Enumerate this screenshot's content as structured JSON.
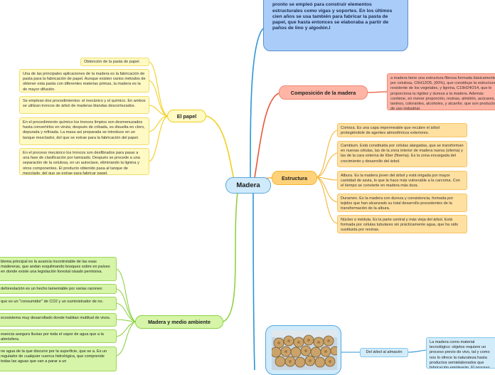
{
  "center": {
    "label": "Madera"
  },
  "top_note": {
    "text": "Debido su buena resistencia mecánica la madera pronto se empleó para construir elementos estructurales como vigas y soportes. En los últimos cien años se usa también para fabricar la pasta de papel, que hasta entonces se elaboraba a partir de paños de lino y algodón.l"
  },
  "papel": {
    "label": "El papel",
    "items": [
      "Obtención de la pasta de papel.",
      "Una de las principales aplicaciones de la madera es la fabricación de pasta para la fabricación de papel. Aunque existen varios métodos de obtener esta pasta con diferentes materias primas, la madera es la de mayor difusión.",
      "Se emplean dos procedimientos: el mecánico y el químico. En ambos se utilizan troncos de árbol de maderas blandas descortezados.",
      "En el procedimiento químico los troncos limpios son desmenuzados hasta convertirlos en viruta; después de cribada, es disuelta en cloro, depurada y refinada. La masa así preparada se introduce en un tanque mezclador, del que se extrae para la fabricación del papel.",
      "En el proceso mecánico los troncos son desfibrados para pasar a una fase de clasificación por tamizado. Después se procede a una separación de la celulosa, en un autoclave, eliminando la lignina y otros componentes. El producto obtenido pasa al tanque de mezclado, del que se extrae para fabricar papel."
    ]
  },
  "composicion": {
    "label": "Composición de la madera",
    "text": "a madera tiene una estructura fibrosa formada básicamente por celulosa, C6H12O5, (60%), que constituye la estructura resistente de los vegetales, y lignina, C19H24O14, que le proporciona la rigidez y dureza a la madera. Además contiene, en menor proporción, resinas, almidón, azúcares, taninos, colorantes, alcoholes, y alcanfor, que son productos de uso industrial."
  },
  "estructura": {
    "label": "Estructura",
    "items": [
      "Corteza. Es una capa impermeable que recubre el árbol protegiéndole de agentes atmosféricos exteriores.",
      "Cambium. Está constituida por células alargadas, que se transforman en nuevas células, las de la zona interior de madera nueva (xilema) y las de la cara externa de líber (floema). Es la zona encargada del crecimiento y desarrollo del árbol.",
      "Albura. Es la madera joven del árbol y está irrigada por mayor cantidad de savia, lo que la hace más vulnerable a la carcoma. Con el tiempo se convierte en madera más dura.",
      "Duramen. Es la madera con dureza y consistencia, formada por tejidos que han alcanzado su total desarrollo procedentes de la transformación de la albura.",
      "Núcleo o médula. Es la parte central y más vieja del árbol. Está formada por células tubulares sin prácticamente agua, que ha sido sustituida por resinas."
    ]
  },
  "ambiente": {
    "label": "Madera y medio ambiente",
    "items": [
      "blema principal es la avaricia incontrolable de las esas madereras, que andan esquilmando bosques sobre en países en donde existe una legislación forestal oisado permisiva.",
      "deforestación es un hecho lamentable por varias razones:",
      "que es un \"consumidor\" de CO2 y un suministrador de no.",
      "ecosistema muy desarrollado donde habitan multitud de vivos.",
      "esencia asegura lluvias por toda el vapor de agua que a la atmósfera.",
      "ne agua de la que discurre por la superficie, que se a. Es un regulador de cualquier cuenca hidrológica, que comprende todas las aguas que van a parar a un"
    ]
  },
  "almacen": {
    "label": "Del árbol al almacén",
    "text": "La madera como material tecnológico: objetos requiere un proceso previo de vivo, tal y como nos lo ofrece la naturaleza hasta productos semielaborados que fabricación emplearán. El proceso pasos."
  },
  "colors": {
    "yellow_line": "#f2cf1e",
    "salmon_line": "#e8573a",
    "orange_line": "#f4b533",
    "green_line": "#8fd246",
    "blue_line": "#2b95d6",
    "center_fill": "#cfeafb"
  }
}
